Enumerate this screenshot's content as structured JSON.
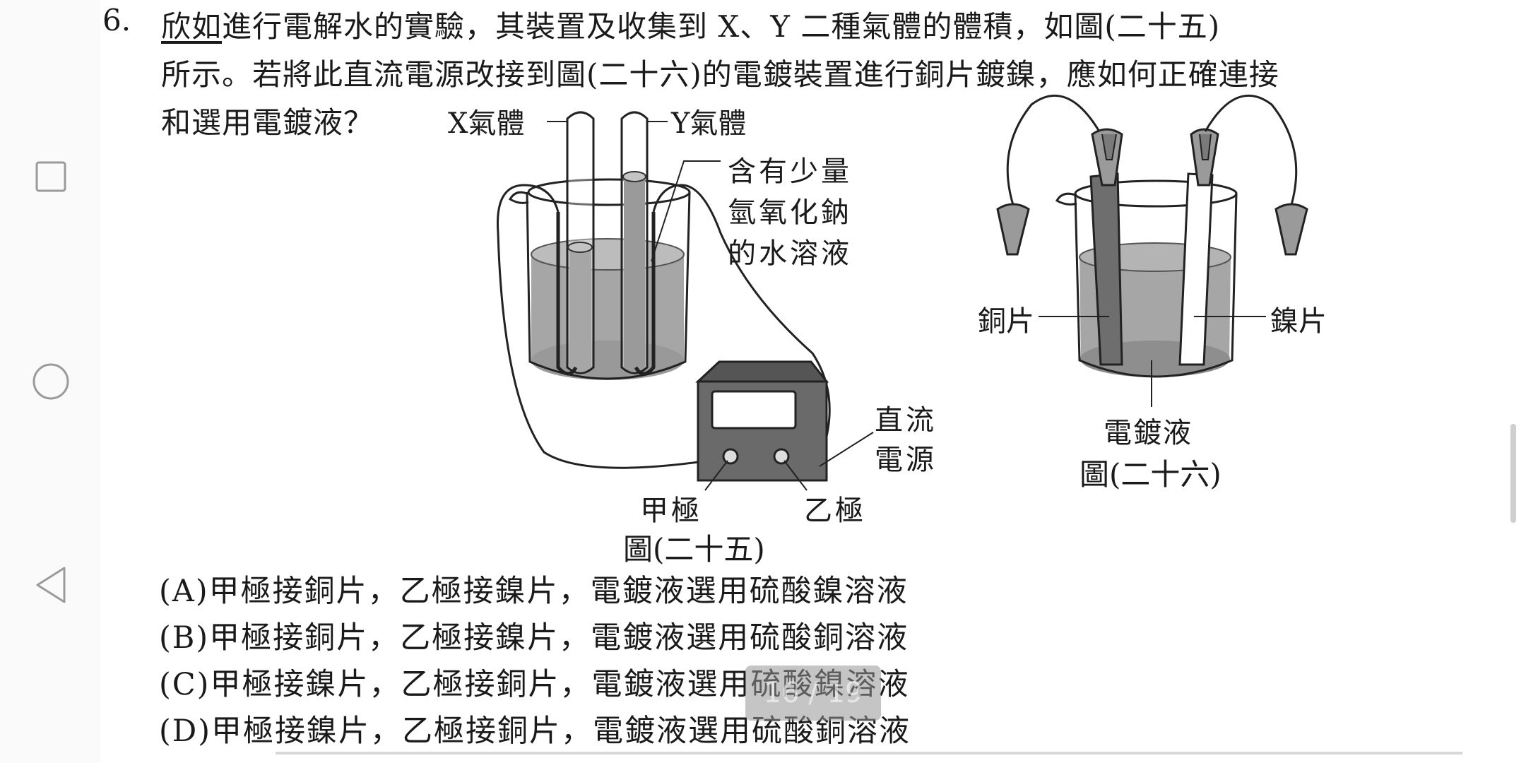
{
  "question": {
    "number": "6.",
    "name": "欣如",
    "line1_rest": "進行電解水的實驗，其裝置及收集到 X、Y 二種氣體的體積，如圖(二十五)",
    "line2": "所示。若將此直流電源改接到圖(二十六)的電鍍裝置進行銅片鍍鎳，應如何正確連接",
    "line3": "和選用電鍍液？"
  },
  "figure25": {
    "x_gas": "X氣體",
    "y_gas": "Y氣體",
    "solution_l1": "含有少量",
    "solution_l2": "氫氧化鈉",
    "solution_l3": "的水溶液",
    "dc_l1": "直流",
    "dc_l2": "電源",
    "pole_jia": "甲極",
    "pole_yi": "乙極",
    "caption": "圖(二十五)"
  },
  "figure26": {
    "copper": "銅片",
    "nickel": "鎳片",
    "electrolyte": "電鍍液",
    "caption": "圖(二十六)"
  },
  "options": [
    {
      "label": "(A)甲極接銅片，乙極接鎳片，電鍍液選用硫酸鎳溶液"
    },
    {
      "label": "(B)甲極接銅片，乙極接鎳片，電鍍液選用硫酸銅溶液"
    },
    {
      "label": "(C)甲極接鎳片，乙極接銅片，電鍍液選用硫酸鎳溶液"
    },
    {
      "label": "(D)甲極接鎳片，乙極接銅片，電鍍液選用硫酸銅溶液"
    }
  ],
  "page_indicator": "16 / 19",
  "nav": {
    "recent": "recent-apps-icon",
    "home": "home-icon",
    "back": "back-icon"
  }
}
